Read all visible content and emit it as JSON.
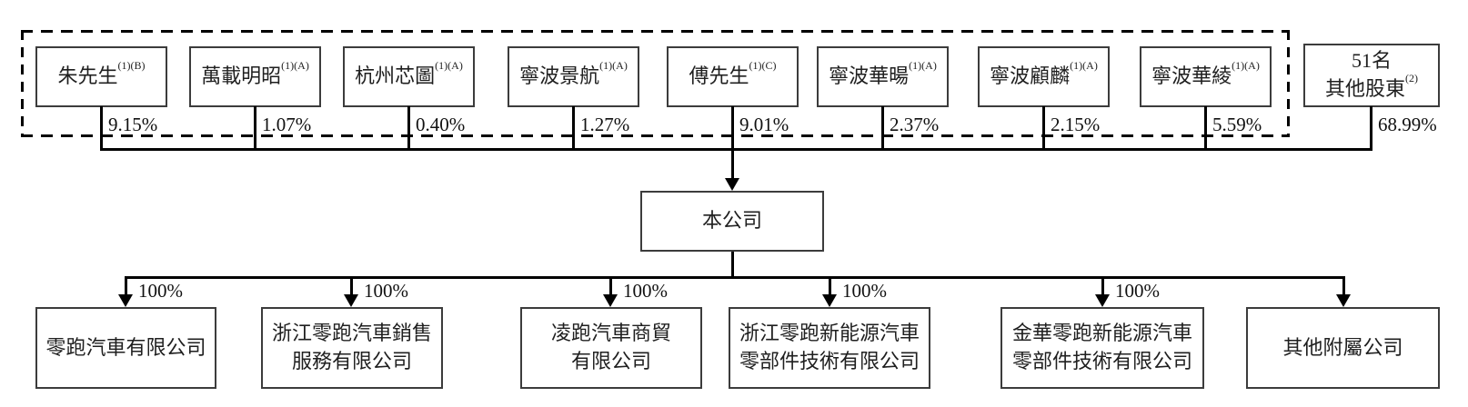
{
  "diagram": {
    "title": "shareholding-structure",
    "company": {
      "name": "本公司"
    },
    "shareholders": [
      {
        "name": "朱先生",
        "note": "(1)(B)",
        "pct": "9.15%"
      },
      {
        "name": "萬載明昭",
        "note": "(1)(A)",
        "pct": "1.07%"
      },
      {
        "name": "杭州芯圖",
        "note": "(1)(A)",
        "pct": "0.40%"
      },
      {
        "name": "寧波景航",
        "note": "(1)(A)",
        "pct": "1.27%"
      },
      {
        "name": "傅先生",
        "note": "(1)(C)",
        "pct": "9.01%"
      },
      {
        "name": "寧波華暘",
        "note": "(1)(A)",
        "pct": "2.37%"
      },
      {
        "name": "寧波顧麟",
        "note": "(1)(A)",
        "pct": "2.15%"
      },
      {
        "name": "寧波華綾",
        "note": "(1)(A)",
        "pct": "5.59%"
      },
      {
        "name": "51名\n其他股東",
        "note": "(2)",
        "pct": "68.99%"
      }
    ],
    "subsidiaries": [
      {
        "name": "零跑汽車有限公司",
        "pct": "100%"
      },
      {
        "name": "浙江零跑汽車銷售\n服務有限公司",
        "pct": "100%"
      },
      {
        "name": "凌跑汽車商貿\n有限公司",
        "pct": "100%"
      },
      {
        "name": "浙江零跑新能源汽車\n零部件技術有限公司",
        "pct": "100%"
      },
      {
        "name": "金華零跑新能源汽車\n零部件技術有限公司",
        "pct": "100%"
      },
      {
        "name": "其他附屬公司"
      }
    ],
    "colors": {
      "line": "#000000",
      "box_border": "#3c3c3c",
      "text": "#1f1f1f",
      "background": "#ffffff"
    }
  }
}
